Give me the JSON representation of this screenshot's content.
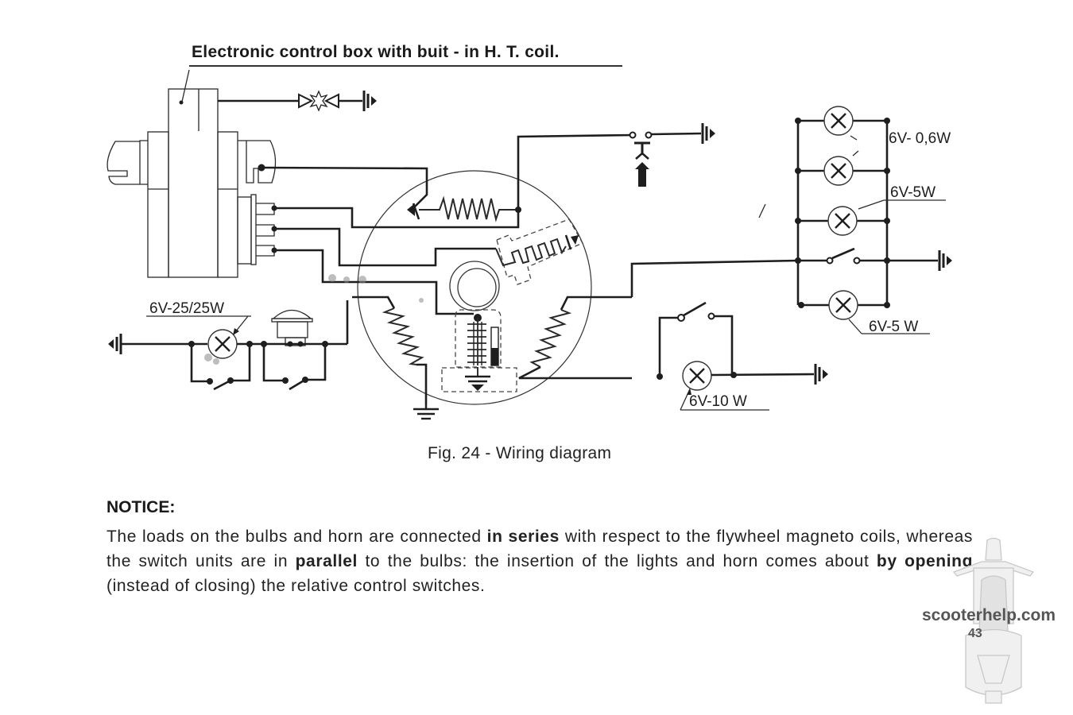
{
  "figure": {
    "title": "Electronic control box with buit - in H. T. coil.",
    "caption": "Fig. 24 - Wiring diagram"
  },
  "components": {
    "control_box": {
      "label": "Electronic control box with buit - in H. T. coil."
    },
    "spark_plug": {
      "icon": "spark-gap-icon"
    },
    "stop_switch": {
      "icon": "push-button-switch-icon"
    },
    "flywheel_magneto": {
      "icon": "flywheel-stator-icon"
    },
    "headlamp": {
      "label": "6V-25/25W"
    },
    "horn": {
      "icon": "horn-icon"
    },
    "tail_lamp": {
      "label": "6V-10 W"
    },
    "lamp_group": {
      "labels": [
        "6V- 0,6W",
        "6V-5W",
        "6V-5 W"
      ]
    },
    "ground": {
      "icon": "ground-icon"
    }
  },
  "notice": {
    "heading": "NOTICE:",
    "segments": [
      {
        "text": "The loads on the bulbs and horn are connected ",
        "bold": false
      },
      {
        "text": "in series",
        "bold": true
      },
      {
        "text": " with respect to the flywheel magneto coils, whereas the switch units are in ",
        "bold": false
      },
      {
        "text": "parallel",
        "bold": true
      },
      {
        "text": " to the bulbs: the insertion of the lights and horn comes about ",
        "bold": false
      },
      {
        "text": "by opening",
        "bold": true
      },
      {
        "text": " (instead of closing) the relative control switches.",
        "bold": false
      }
    ]
  },
  "footer": {
    "watermark": "scooterhelp.com",
    "page_number": "43"
  }
}
